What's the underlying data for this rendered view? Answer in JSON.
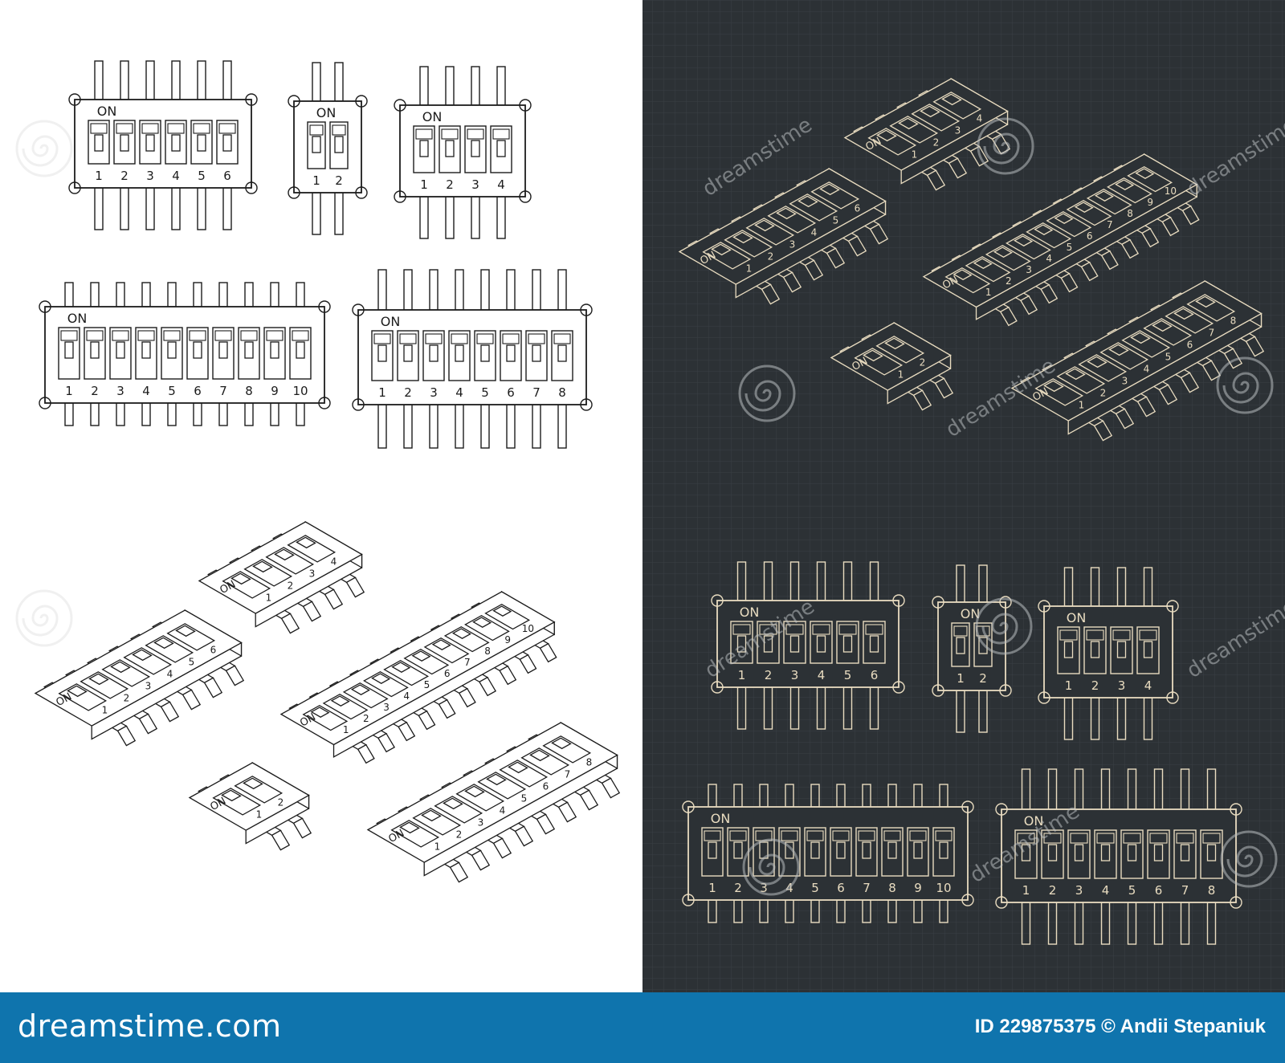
{
  "switches": {
    "on_label": "ON",
    "front_variants": [
      {
        "positions": 6,
        "numbers": [
          "1",
          "2",
          "3",
          "4",
          "5",
          "6"
        ]
      },
      {
        "positions": 2,
        "numbers": [
          "1",
          "2"
        ]
      },
      {
        "positions": 4,
        "numbers": [
          "1",
          "2",
          "3",
          "4"
        ]
      },
      {
        "positions": 10,
        "numbers": [
          "1",
          "2",
          "3",
          "4",
          "5",
          "6",
          "7",
          "8",
          "9",
          "10"
        ]
      },
      {
        "positions": 8,
        "numbers": [
          "1",
          "2",
          "3",
          "4",
          "5",
          "6",
          "7",
          "8"
        ]
      }
    ],
    "iso_variants": [
      {
        "positions": 4,
        "numbers": [
          "1",
          "2",
          "3",
          "4"
        ]
      },
      {
        "positions": 6,
        "numbers": [
          "1",
          "2",
          "3",
          "4",
          "5",
          "6"
        ]
      },
      {
        "positions": 10,
        "numbers": [
          "1",
          "2",
          "3",
          "4",
          "5",
          "6",
          "7",
          "8",
          "9",
          "10"
        ]
      },
      {
        "positions": 2,
        "numbers": [
          "1",
          "2"
        ]
      },
      {
        "positions": 8,
        "numbers": [
          "1",
          "2",
          "3",
          "4",
          "5",
          "6",
          "7",
          "8"
        ]
      }
    ]
  },
  "watermark": {
    "text": "dreamstime"
  },
  "footer": {
    "brand": "dreamstime.com",
    "image_id": "ID 229875375",
    "copyright": "©",
    "author": "Andii Stepaniuk"
  },
  "colors": {
    "light_background": "#ffffff",
    "light_line": "#1c1c1c",
    "dark_background": "#2c3135",
    "dark_line": "#e9dcc0",
    "grid": "#3a4045",
    "footer_band": "#0f74ad"
  }
}
